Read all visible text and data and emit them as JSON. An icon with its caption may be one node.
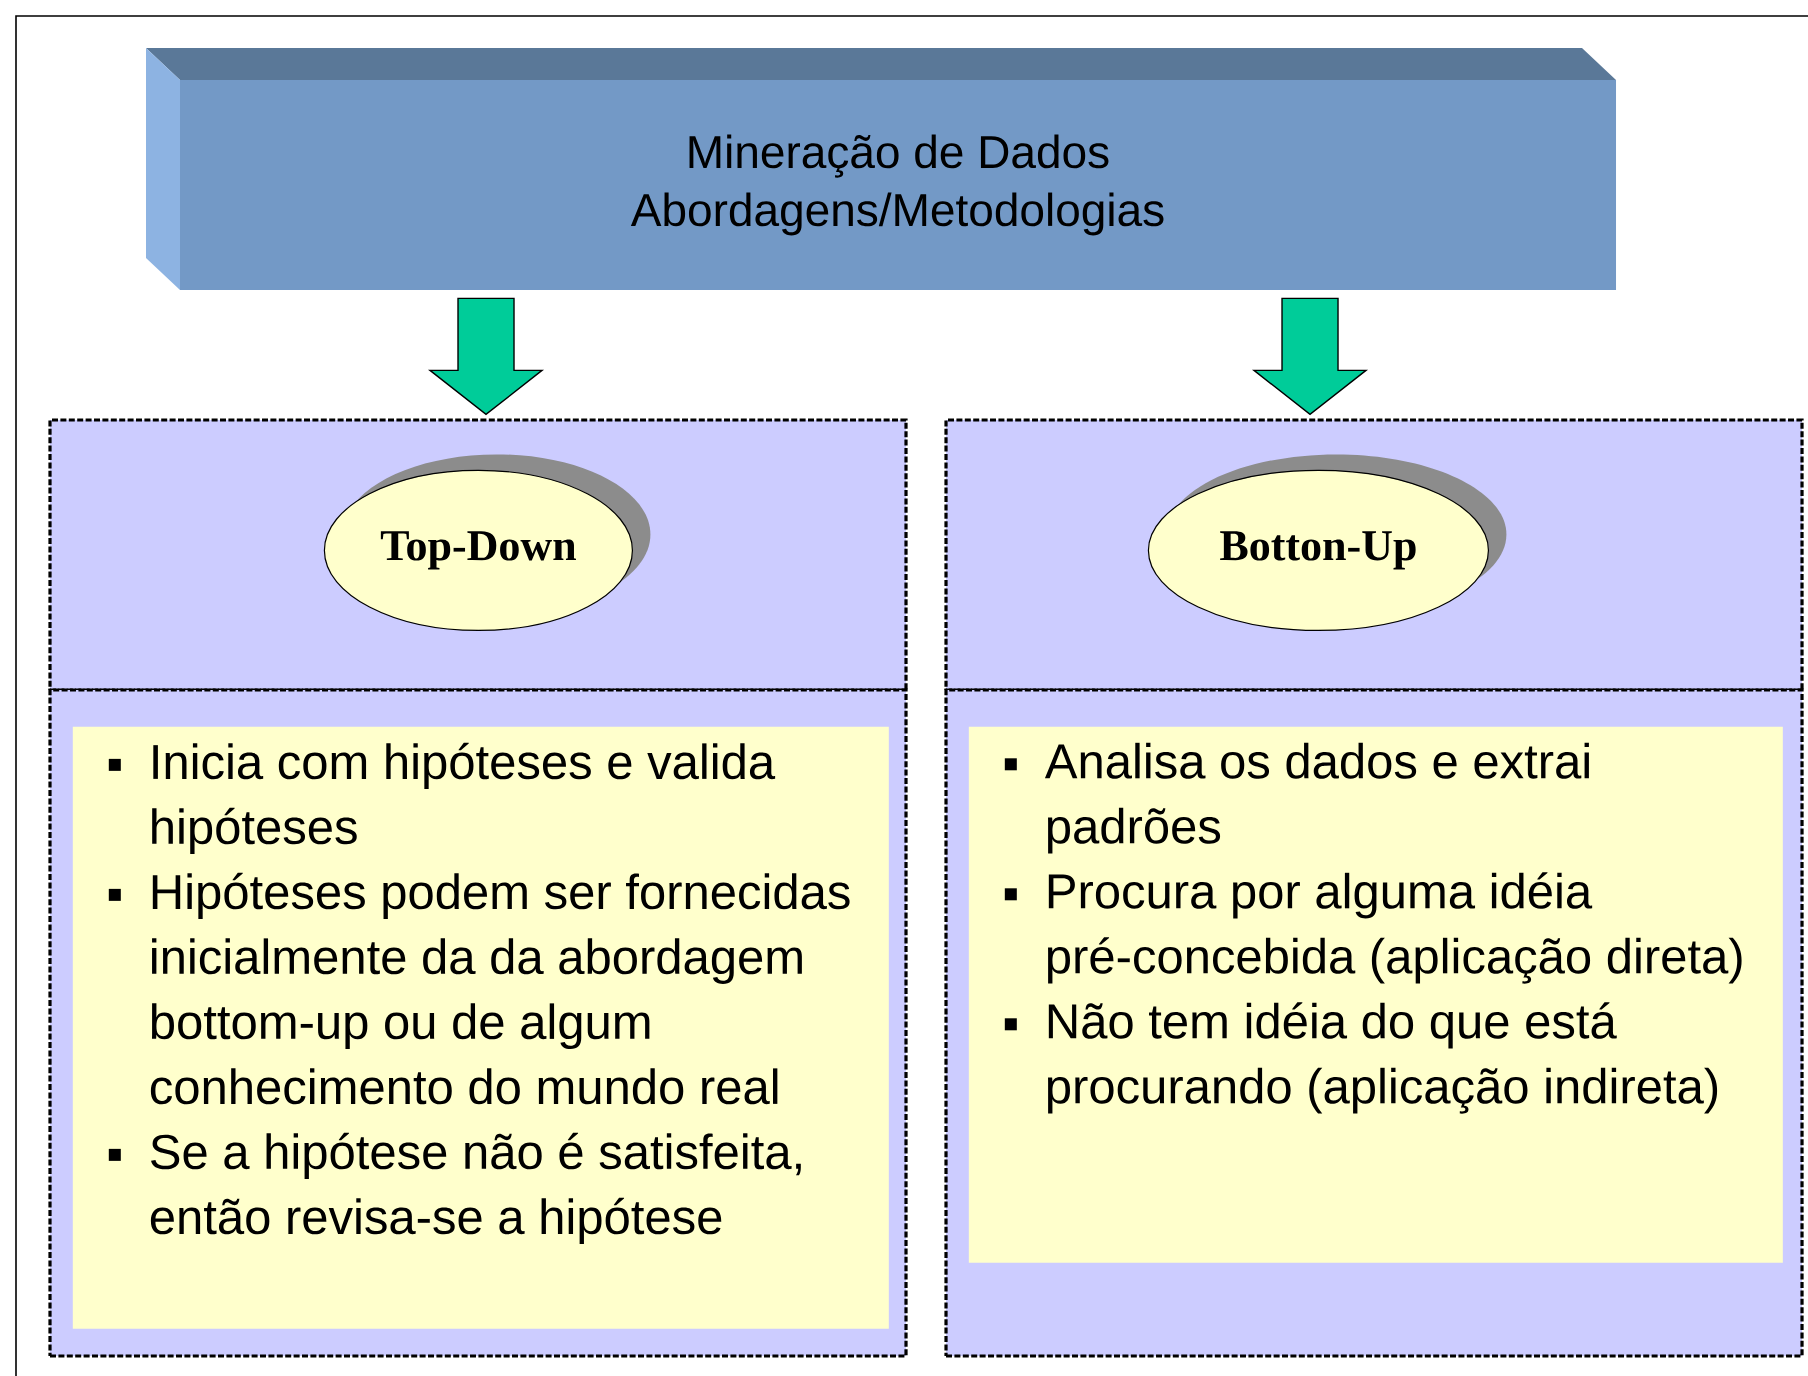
{
  "diagram": {
    "nodes": [
      {
        "text": [
          "Mineração de Dados Abordagens/Metodologias"
        ]
      },
      {
        "text": [],
        "shape": "box"
      },
      {
        "text": [
          "Top-Down"
        ],
        "in": 1
      },
      {
        "text": [],
        "shape": "box"
      },
      {
        "text": [
          "Inicia com hipóteses e valida hipóteses",
          "Hipóteses podem ser fornecidas inicialmente da da abordagem bottom-up ou de algum conhecimento do mundo real",
          "Se a hipótese não é satisfeita, então revisa-se a hipótese"
        ],
        "in": 3
      },
      {
        "text": [],
        "shape": "box"
      },
      {
        "text": [
          "Botton-Up"
        ],
        "in": 5
      },
      {
        "text": [],
        "shape": "box"
      },
      {
        "text": [
          "Analisa os dados e extrai padrões",
          "Procura por alguma idéia pré-concebida (aplicação direta)",
          "Não tem idéia do que está procurando (aplicação indireta)"
        ],
        "in": 7
      }
    ],
    "edges": [
      {
        "from": 0,
        "to": 1,
        "arrow": "to"
      },
      {
        "from": 0,
        "to": 5,
        "arrow": "to"
      }
    ]
  }
}
